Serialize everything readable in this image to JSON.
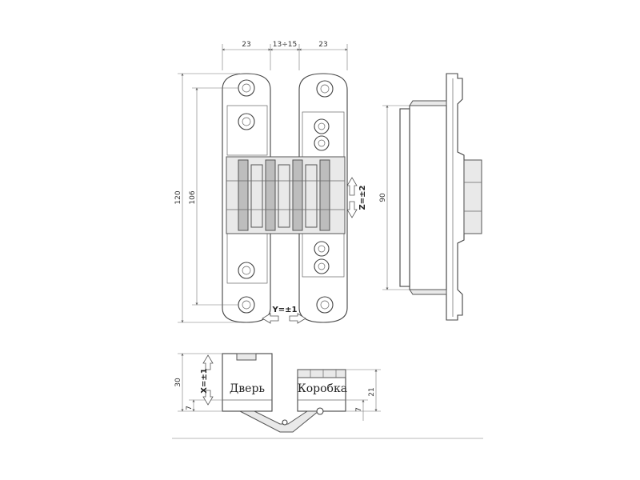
{
  "dimensions": {
    "width_left": "23",
    "width_gap": "13÷15",
    "width_right": "23",
    "height_total": "120",
    "height_screws": "106",
    "height_side": "90",
    "section_height": "30",
    "section_offset_left": "7",
    "section_frame_height": "21",
    "section_offset_right": "7"
  },
  "adjustments": {
    "z": "Z=±2",
    "y": "Y=±1",
    "x": "X=±1"
  },
  "labels": {
    "door": "Дверь",
    "frame": "Коробка"
  }
}
